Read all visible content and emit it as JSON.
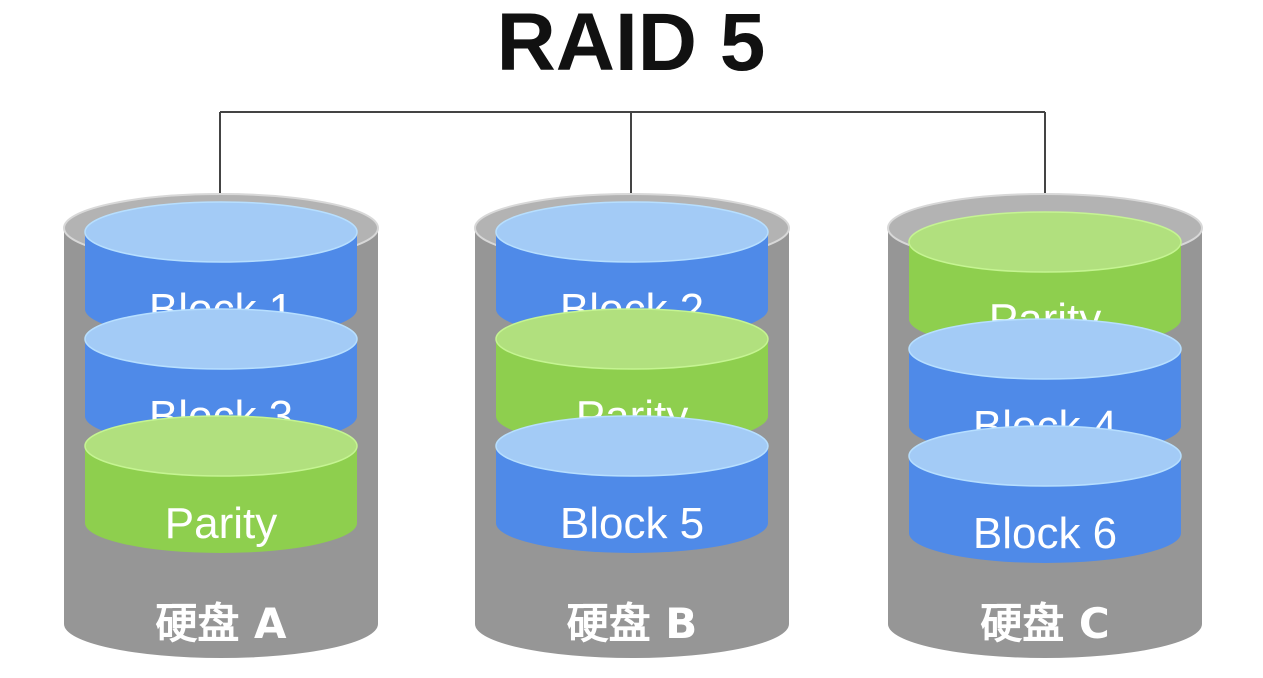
{
  "title": "RAID 5",
  "colors": {
    "data_block": "#4f8ae8",
    "data_block_top": "#a3cbf6",
    "parity_block": "#8ecf4e",
    "parity_block_top": "#b1e07e",
    "disk_body": "#969696",
    "connector": "#444444"
  },
  "disks": [
    {
      "label": "硬盘 A",
      "blocks": [
        {
          "label": "Block 1",
          "kind": "data"
        },
        {
          "label": "Block 3",
          "kind": "data"
        },
        {
          "label": "Parity",
          "kind": "parity"
        }
      ]
    },
    {
      "label": "硬盘 B",
      "blocks": [
        {
          "label": "Block 2",
          "kind": "data"
        },
        {
          "label": "Parity",
          "kind": "parity"
        },
        {
          "label": "Block 5",
          "kind": "data"
        }
      ]
    },
    {
      "label": "硬盘 C",
      "blocks": [
        {
          "label": "Parity",
          "kind": "parity"
        },
        {
          "label": "Block 4",
          "kind": "data"
        },
        {
          "label": "Block 6",
          "kind": "data"
        }
      ]
    }
  ]
}
